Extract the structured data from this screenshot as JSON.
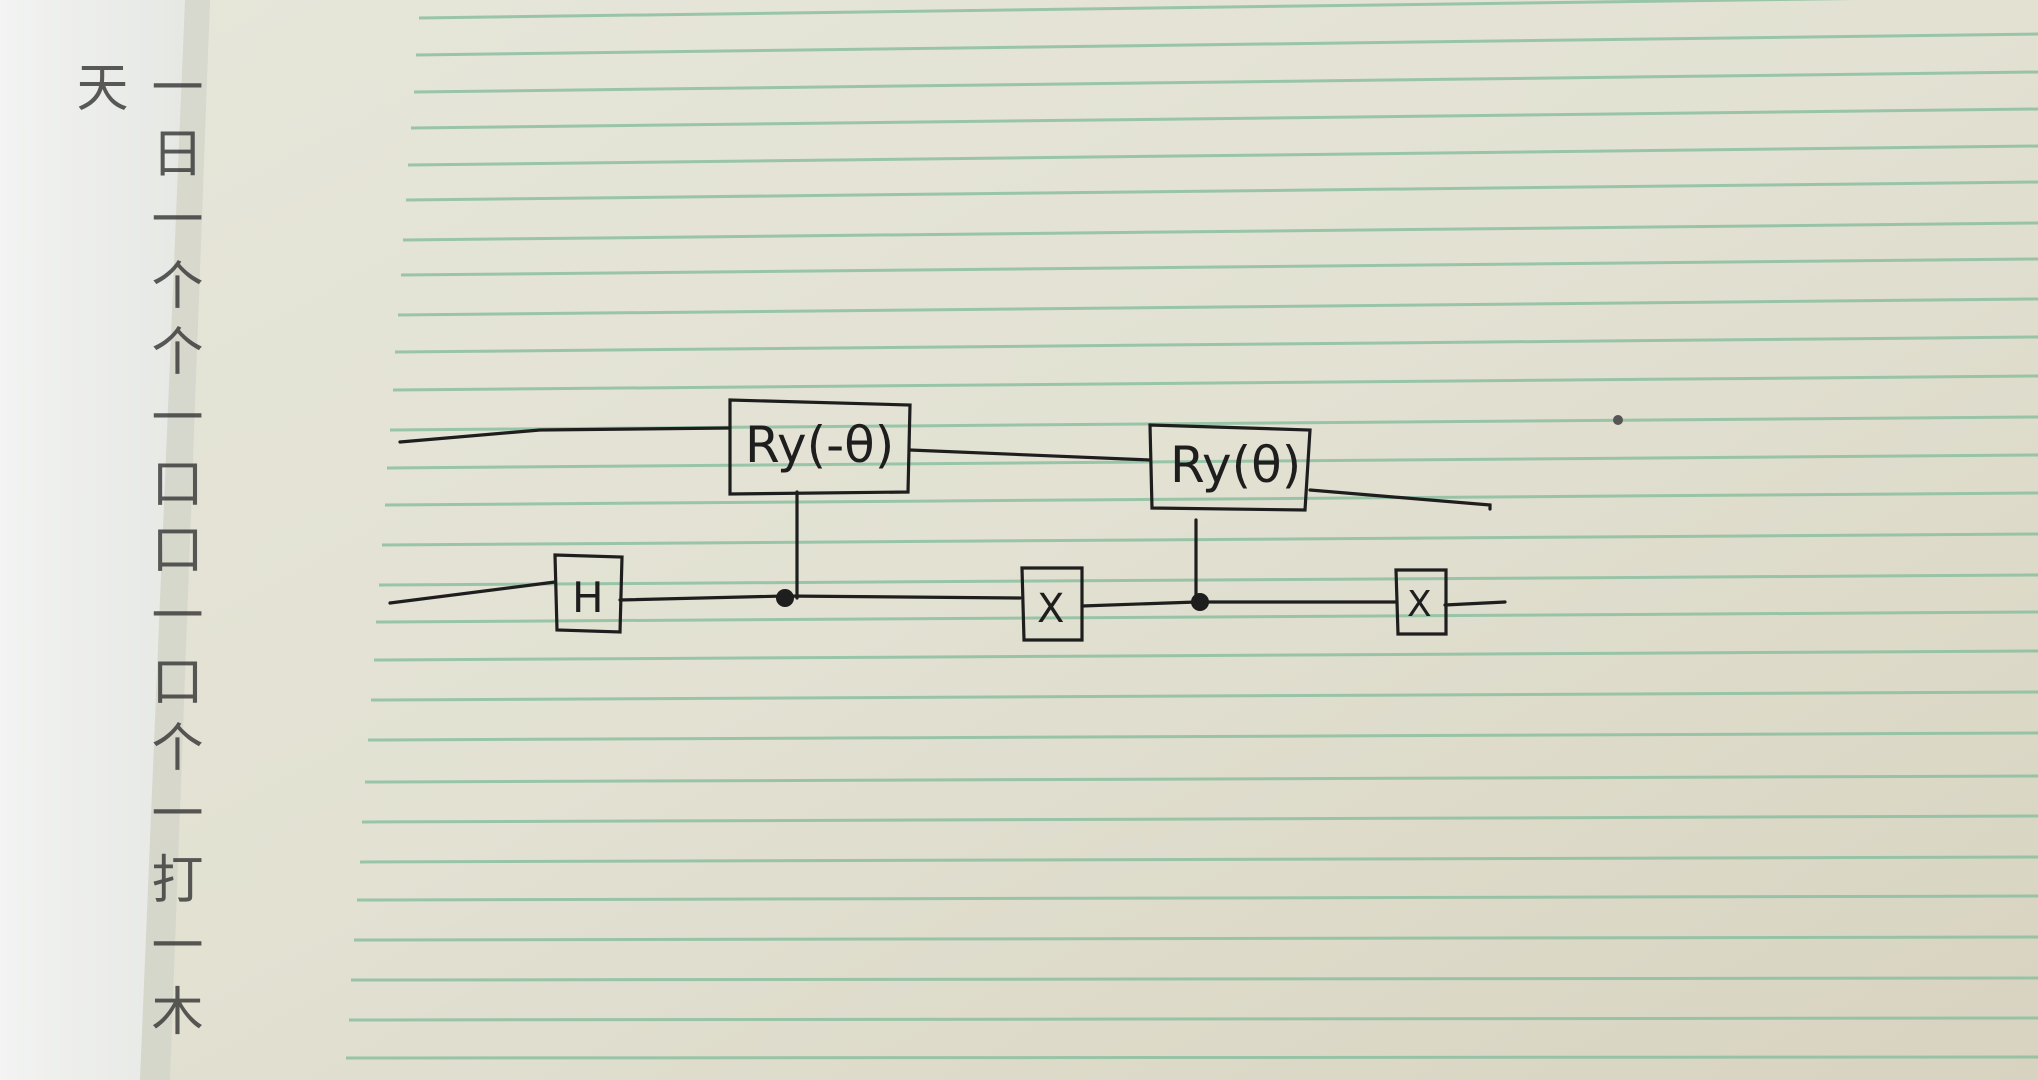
{
  "notes": {
    "margin_text": "一日一个个一口口一口个一打一木天"
  },
  "circuit": {
    "gates": [
      {
        "id": "ry-neg",
        "label": "Ry(-θ)"
      },
      {
        "id": "ry-pos",
        "label": "Ry(θ)"
      },
      {
        "id": "h",
        "label": "H"
      },
      {
        "id": "x1",
        "label": "X"
      },
      {
        "id": "x2",
        "label": "X"
      }
    ]
  },
  "colors": {
    "paper": "#e4e3d4",
    "ruled_line": "#8cbfa0",
    "ink": "#1e1e1e",
    "margin_paper": "#eef0ee"
  }
}
